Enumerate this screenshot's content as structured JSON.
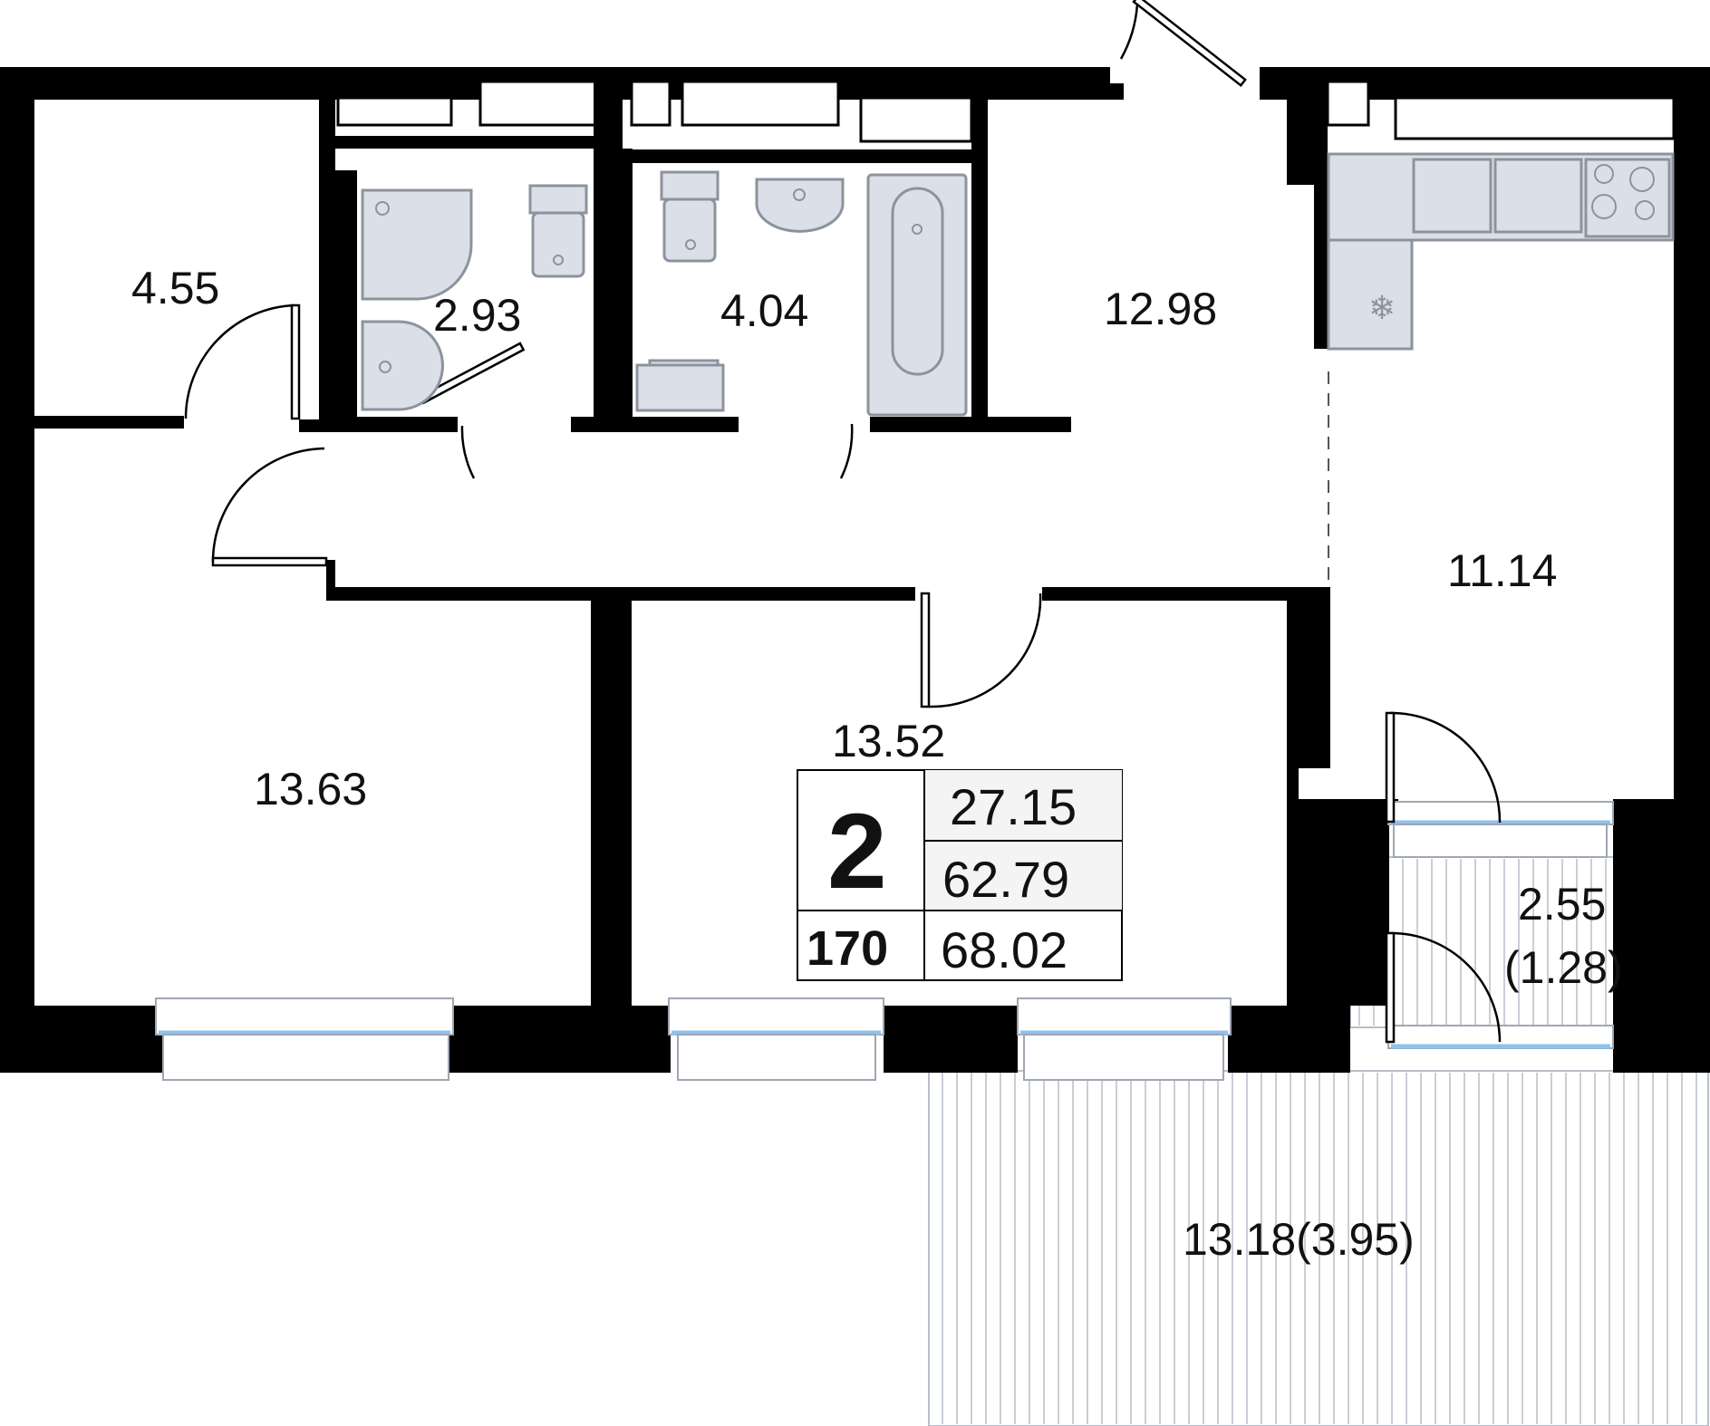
{
  "plan": {
    "rooms": [
      {
        "id": "storage",
        "area": "4.55"
      },
      {
        "id": "wc",
        "area": "2.93"
      },
      {
        "id": "bathroom",
        "area": "4.04"
      },
      {
        "id": "hallway",
        "area": "12.98"
      },
      {
        "id": "kitchen",
        "area": "11.14"
      },
      {
        "id": "bedroom-left",
        "area": "13.63"
      },
      {
        "id": "bedroom-middle",
        "area": "13.52"
      },
      {
        "id": "loggia-small",
        "area": "2.55"
      },
      {
        "id": "loggia-small-reduced",
        "area": "(1.28)"
      },
      {
        "id": "terrace",
        "area": "13.18(3.95)"
      }
    ],
    "info_box": {
      "rooms_count": "2",
      "apartment_number": "170",
      "living_area": "27.15",
      "total_area": "62.79",
      "total_with_balconies": "68.02"
    }
  },
  "colors": {
    "walls": "#000000",
    "fixtures": "#cfd4de",
    "window_glass": "#8fc1ee",
    "hatch": "#b8bec7"
  }
}
